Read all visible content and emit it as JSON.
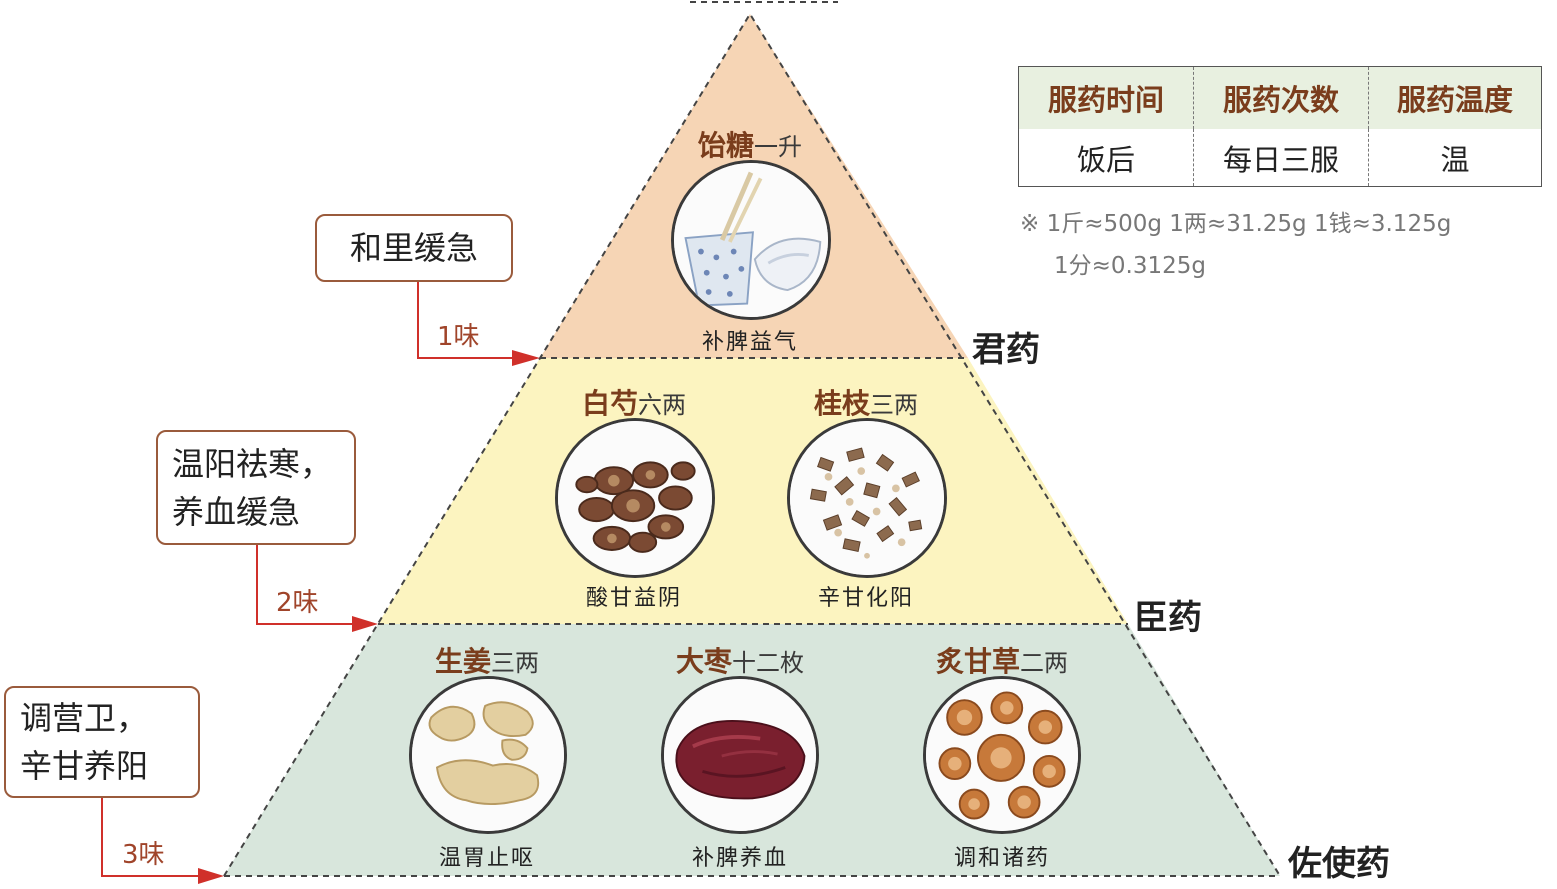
{
  "pyramid": {
    "colors": {
      "top": "#f6d5b5",
      "middle": "#fcf4c0",
      "bottom": "#d8e6dc",
      "border": "#444444"
    },
    "tiers": [
      {
        "label": "君药",
        "herbs": [
          {
            "name": "饴糖",
            "dose": "一升",
            "function": "补脾益气",
            "icon": "maltose-cup-icon"
          }
        ]
      },
      {
        "label": "臣药",
        "herbs": [
          {
            "name": "白芍",
            "dose": "六两",
            "function": "酸甘益阴",
            "icon": "white-peony-slices-icon"
          },
          {
            "name": "桂枝",
            "dose": "三两",
            "function": "辛甘化阳",
            "icon": "cinnamon-twig-pieces-icon"
          }
        ]
      },
      {
        "label": "佐使药",
        "herbs": [
          {
            "name": "生姜",
            "dose": "三两",
            "function": "温胃止呕",
            "icon": "ginger-icon"
          },
          {
            "name": "大枣",
            "dose": "十二枚",
            "function": "补脾养血",
            "icon": "jujube-icon"
          },
          {
            "name": "炙甘草",
            "dose": "二两",
            "function": "调和诸药",
            "icon": "licorice-slices-icon"
          }
        ]
      }
    ]
  },
  "effects": [
    {
      "lines": [
        "和里缓急"
      ],
      "count": "1味"
    },
    {
      "lines": [
        "温阳祛寒，",
        "养血缓急"
      ],
      "count": "2味"
    },
    {
      "lines": [
        "调营卫，",
        "辛甘养阳"
      ],
      "count": "3味"
    }
  ],
  "accent_colors": {
    "arrow": "#d0302a",
    "box_border": "#9a5b3c",
    "header_bg": "#e8f0e0",
    "herb_name": "#7a3d1c"
  },
  "table": {
    "headers": [
      "服药时间",
      "服药次数",
      "服药温度"
    ],
    "values": [
      "饭后",
      "每日三服",
      "温"
    ]
  },
  "notes": {
    "line1": "※ 1斤≈500g   1两≈31.25g   1钱≈3.125g",
    "line2": "1分≈0.3125g"
  }
}
